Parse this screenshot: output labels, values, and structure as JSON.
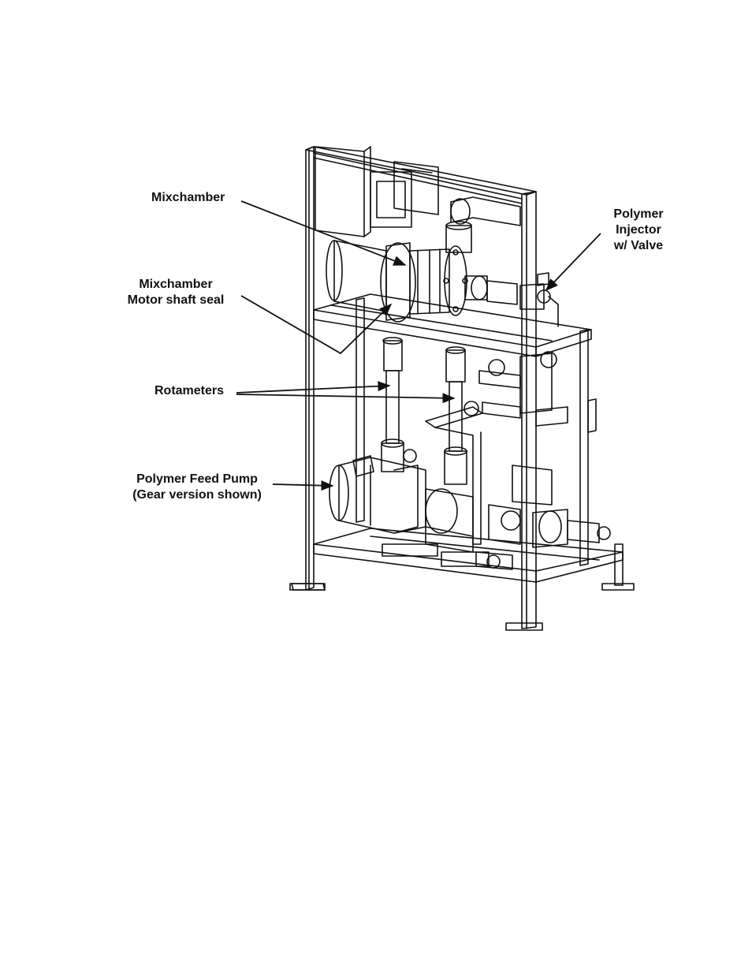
{
  "figure": {
    "callouts": {
      "mixchamber": "Mixchamber",
      "motor_shaft_seal": [
        "Mixchamber",
        "Motor shaft seal"
      ],
      "rotameters": "Rotameters",
      "feed_pump": [
        "Polymer Feed Pump",
        "(Gear version shown)"
      ],
      "injector": [
        "Polymer",
        "Injector",
        "w/ Valve"
      ]
    }
  },
  "colors": {
    "ink": "#111111",
    "background": "#ffffff"
  }
}
